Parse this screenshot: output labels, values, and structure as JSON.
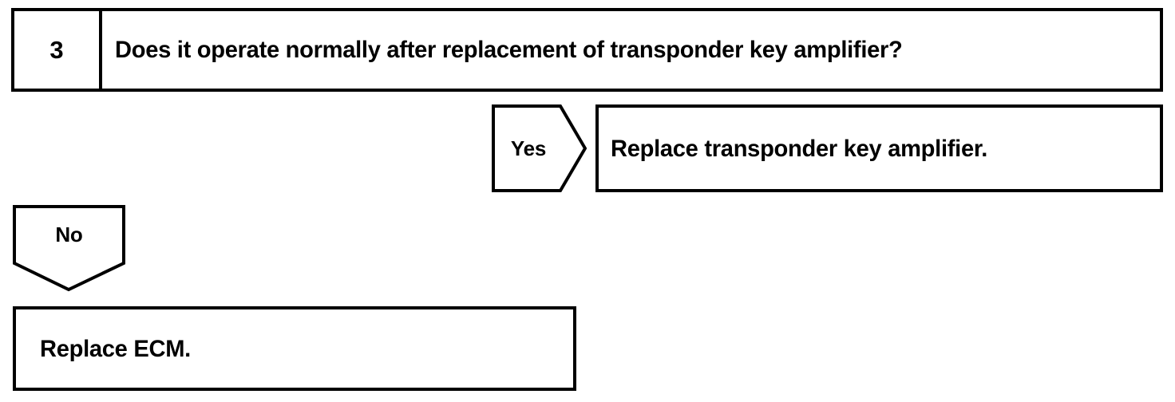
{
  "document": {
    "type": "diagnostic-flowchart",
    "background_color": "#ffffff",
    "line_color": "#000000"
  },
  "step": {
    "number": "3",
    "question": "Does it operate normally after replacement of transponder key amplifier?"
  },
  "branches": [
    {
      "label": "Yes",
      "direction": "right",
      "action": "Replace transponder key amplifier."
    },
    {
      "label": "No",
      "direction": "down",
      "action": "Replace ECM."
    }
  ],
  "yes_branch": {
    "label": "Yes",
    "action": "Replace transponder key amplifier."
  },
  "no_branch": {
    "label": "No",
    "action": "Replace ECM."
  }
}
